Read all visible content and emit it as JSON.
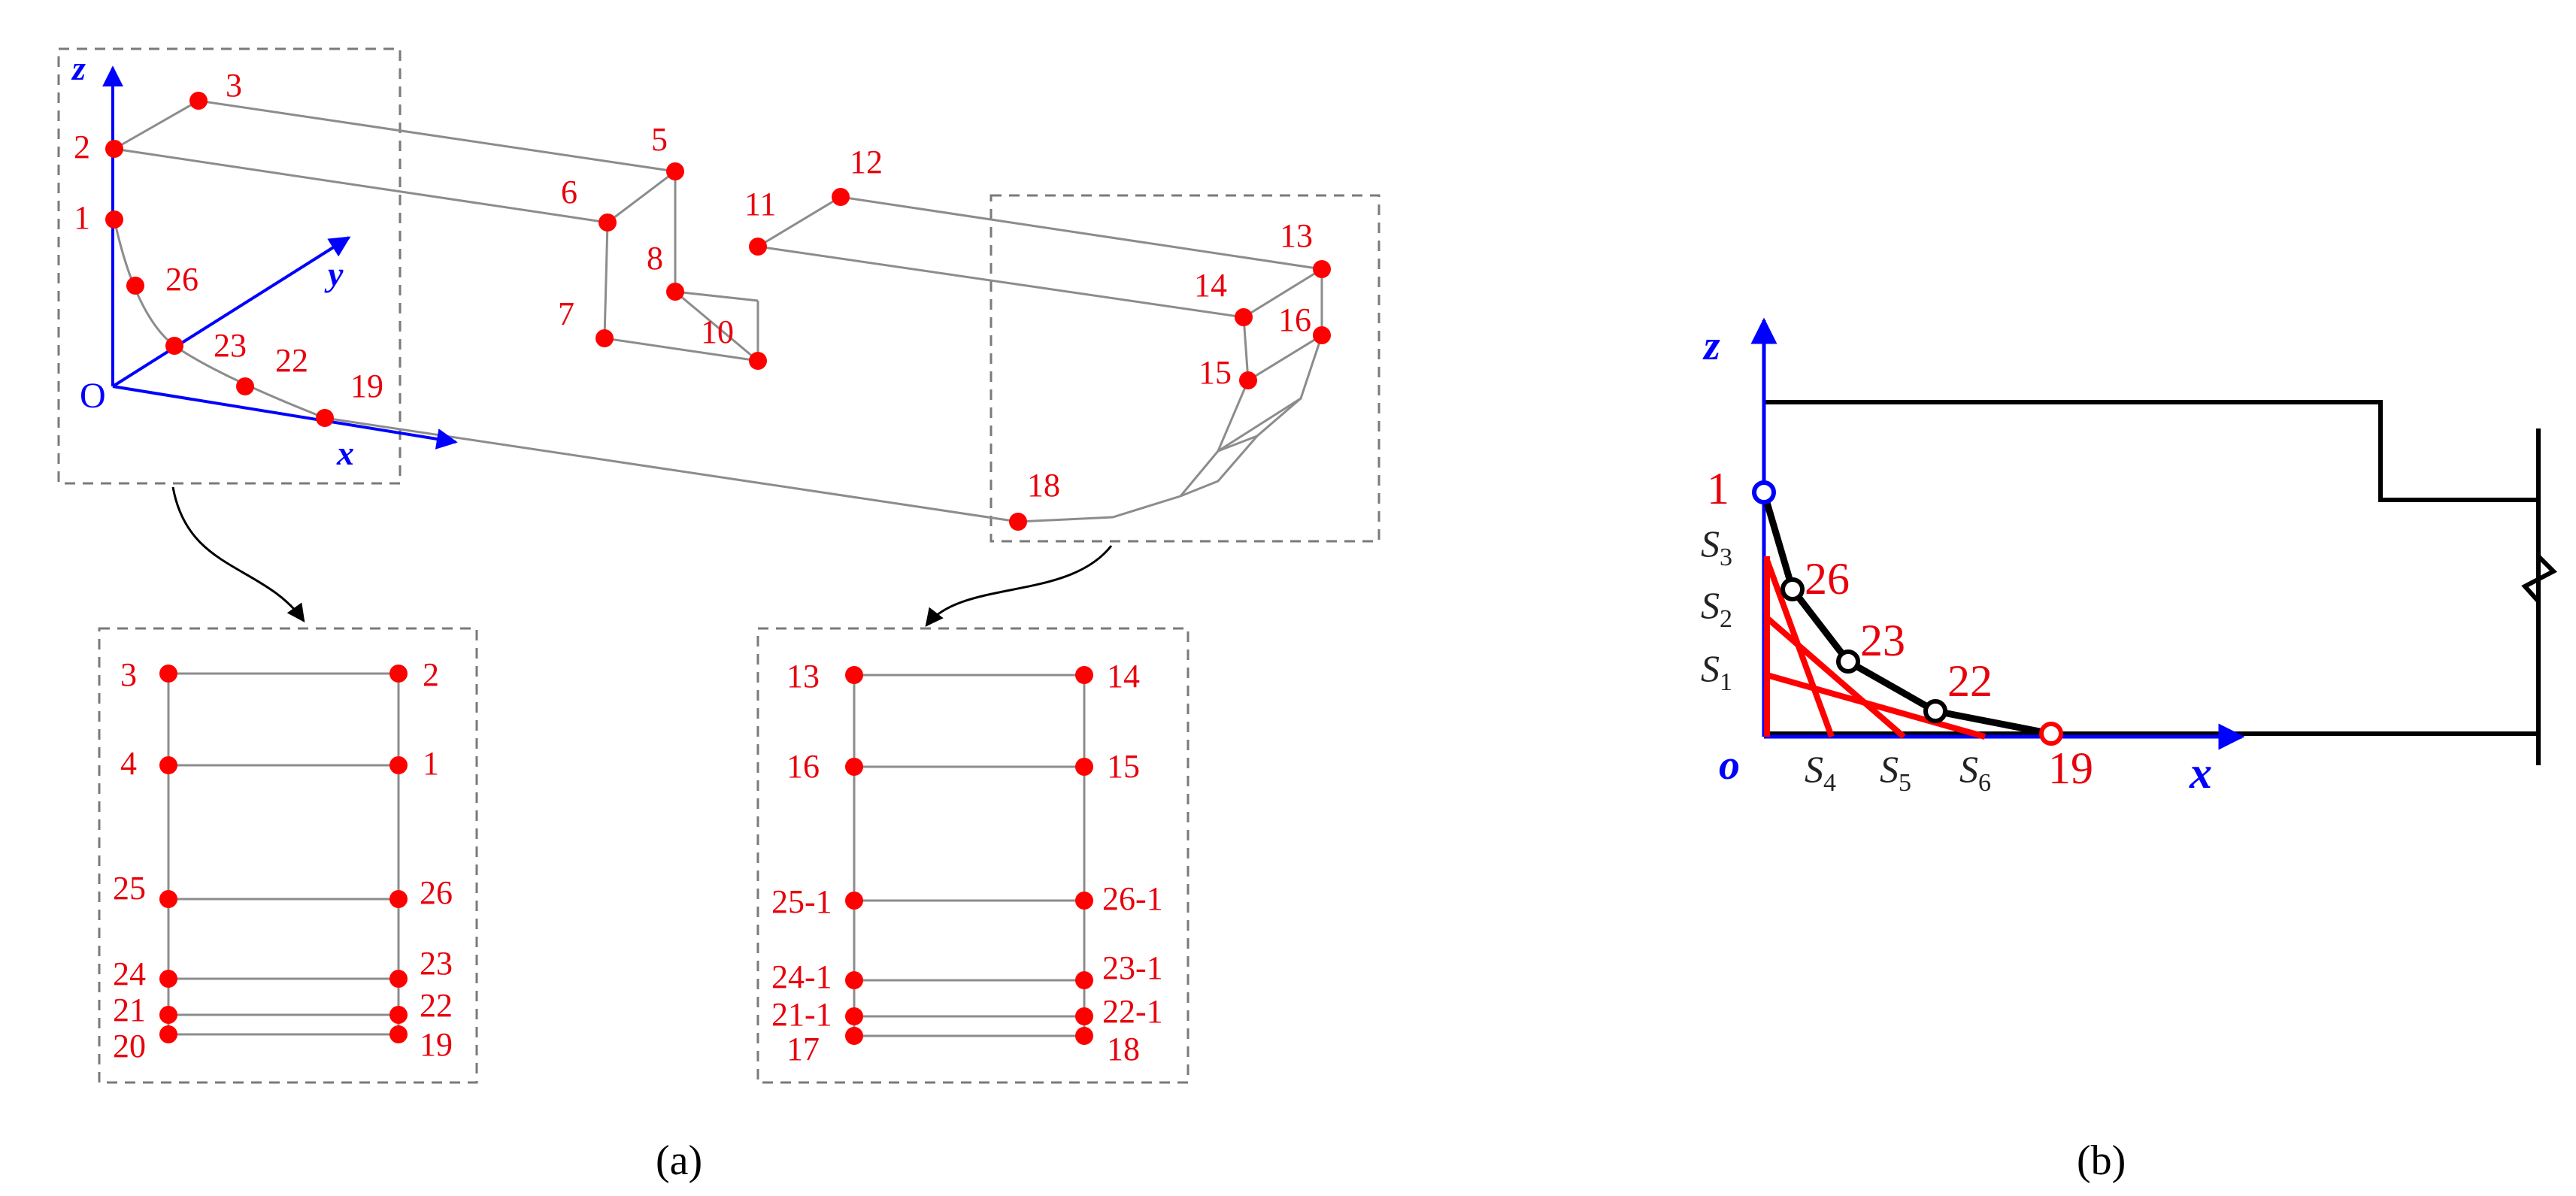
{
  "colors": {
    "node": "#ff0000",
    "axis": "#0000ff",
    "wire": "#8c8c8c",
    "outline": "#000000",
    "label": "#e8000b"
  },
  "panel_a": {
    "caption": "(a)",
    "axes": {
      "x": "x",
      "y": "y",
      "z": "z",
      "origin": "O"
    },
    "nodes": [
      "1",
      "2",
      "3",
      "5",
      "6",
      "7",
      "8",
      "10",
      "11",
      "12",
      "13",
      "14",
      "15",
      "16",
      "18",
      "19",
      "22",
      "23",
      "26"
    ],
    "detail_left": {
      "left": [
        "3",
        "4",
        "25",
        "24",
        "21",
        "20"
      ],
      "right": [
        "2",
        "1",
        "26",
        "23",
        "22",
        "19"
      ]
    },
    "detail_right": {
      "left": [
        "13",
        "16",
        "25-1",
        "24-1",
        "21-1",
        "17"
      ],
      "right": [
        "14",
        "15",
        "26-1",
        "23-1",
        "22-1",
        "18"
      ]
    }
  },
  "panel_b": {
    "caption": "(b)",
    "axes": {
      "x": "x",
      "z": "z",
      "origin": "o"
    },
    "nodes": [
      "1",
      "26",
      "23",
      "22",
      "19"
    ],
    "segments": [
      {
        "letter": "S",
        "index": "3"
      },
      {
        "letter": "S",
        "index": "2"
      },
      {
        "letter": "S",
        "index": "1"
      },
      {
        "letter": "S",
        "index": "4"
      },
      {
        "letter": "S",
        "index": "5"
      },
      {
        "letter": "S",
        "index": "6"
      }
    ]
  }
}
